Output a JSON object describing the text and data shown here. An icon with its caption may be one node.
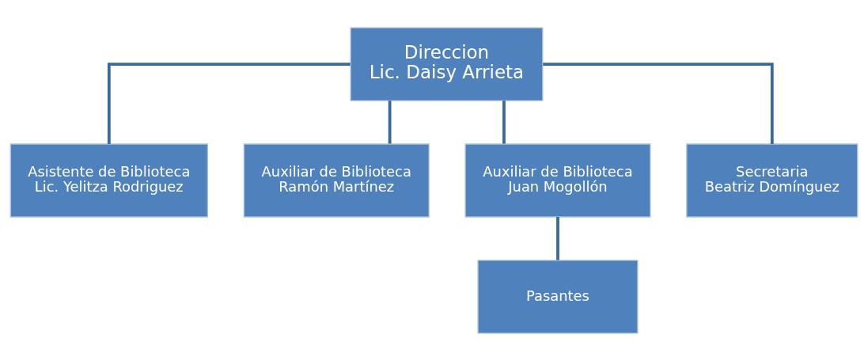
{
  "diagram": {
    "nodes": [
      {
        "text": [
          "Direccion",
          "Lic. Daisy Arrieta"
        ]
      },
      {
        "text": [
          "Asistente de Biblioteca",
          "Lic. Yelitza Rodriguez"
        ]
      },
      {
        "text": [
          "Auxiliar de Biblioteca",
          "Ramón Martínez"
        ]
      },
      {
        "text": [
          "Auxiliar de Biblioteca",
          "Juan Mogollón"
        ]
      },
      {
        "text": [
          "Secretaria",
          "Beatriz Domínguez"
        ]
      },
      {
        "text": [
          "Pasantes"
        ]
      }
    ],
    "edges": [
      {
        "from": 0,
        "to": 1,
        "arrow": "none"
      },
      {
        "from": 0,
        "to": 2,
        "arrow": "none"
      },
      {
        "from": 0,
        "to": 3,
        "arrow": "none"
      },
      {
        "from": 0,
        "to": 4,
        "arrow": "none"
      },
      {
        "from": 3,
        "to": 5,
        "arrow": "none"
      }
    ]
  }
}
